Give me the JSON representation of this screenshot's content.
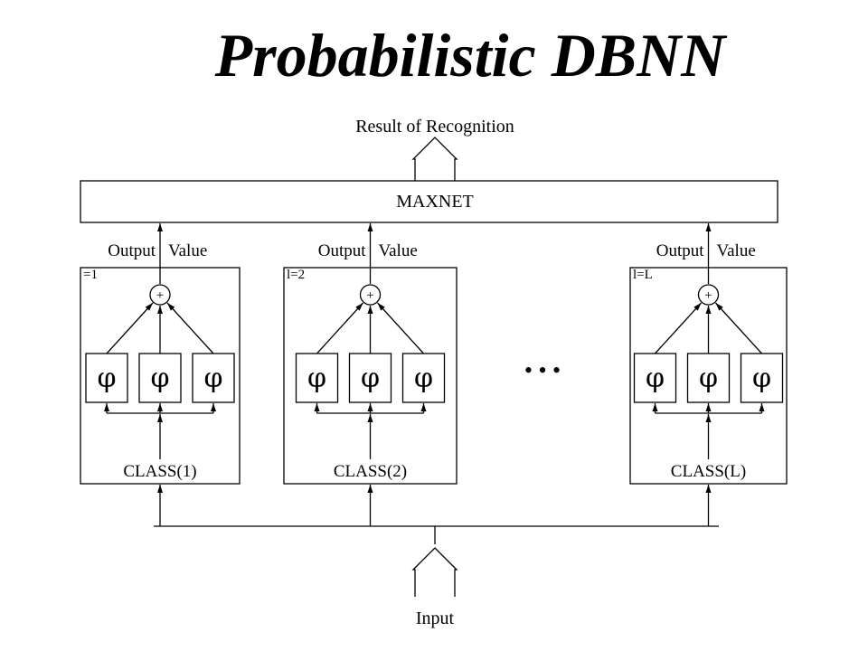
{
  "title": "Probabilistic DBNN",
  "result_label": "Result of Recognition",
  "maxnet_label": "MAXNET",
  "input_label": "Input",
  "output_label": "Output",
  "value_label": "Value",
  "phi_symbol": "φ",
  "plus_symbol": "+",
  "ellipsis": "• • •",
  "classes": [
    {
      "index_label": "=1",
      "class_label": "CLASS(1)"
    },
    {
      "index_label": "l=2",
      "class_label": "CLASS(2)"
    },
    {
      "index_label": "l=L",
      "class_label": "CLASS(L)"
    }
  ]
}
